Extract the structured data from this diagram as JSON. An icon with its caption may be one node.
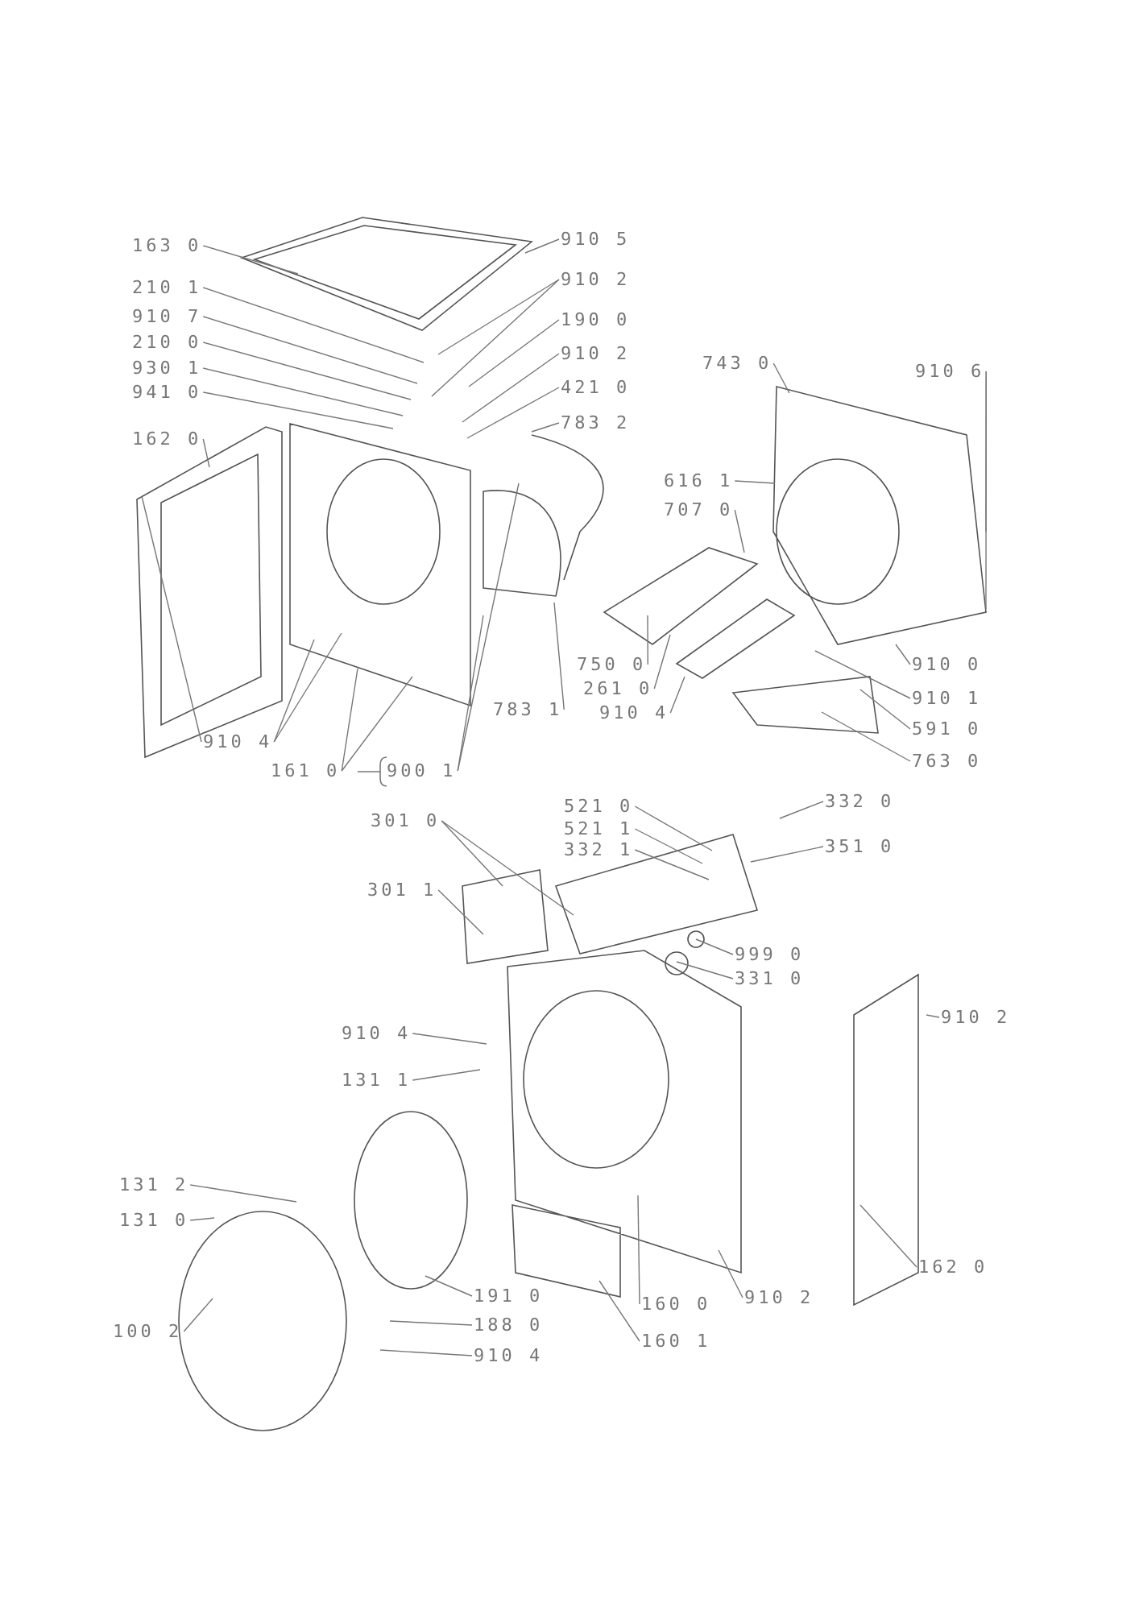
{
  "diagram": {
    "nodes": [
      {
        "text": [
          "163 0"
        ]
      },
      {
        "text": [
          "910 5"
        ]
      },
      {
        "text": [
          "910 2"
        ]
      },
      {
        "text": [
          "210 1"
        ]
      },
      {
        "text": [
          "910 7"
        ]
      },
      {
        "text": [
          "210 0"
        ]
      },
      {
        "text": [
          "930 1"
        ]
      },
      {
        "text": [
          "941 0"
        ]
      },
      {
        "text": [
          "190 0"
        ]
      },
      {
        "text": [
          "910 2"
        ]
      },
      {
        "text": [
          "421 0"
        ]
      },
      {
        "text": [
          "783 2"
        ]
      },
      {
        "text": [
          "162 0"
        ]
      },
      {
        "text": [
          "743 0"
        ]
      },
      {
        "text": [
          "910 6"
        ]
      },
      {
        "text": [
          "616 1"
        ]
      },
      {
        "text": [
          "707 0"
        ]
      },
      {
        "text": [
          "750 0"
        ]
      },
      {
        "text": [
          "261 0"
        ]
      },
      {
        "text": [
          "910 4"
        ]
      },
      {
        "text": [
          "783 1"
        ]
      },
      {
        "text": [
          "910 0"
        ]
      },
      {
        "text": [
          "910 1"
        ]
      },
      {
        "text": [
          "591 0"
        ]
      },
      {
        "text": [
          "763 0"
        ]
      },
      {
        "text": [
          "910 4"
        ]
      },
      {
        "text": [
          "161 0"
        ]
      },
      {
        "text": [
          "900 1"
        ]
      },
      {
        "text": [
          "521 0"
        ]
      },
      {
        "text": [
          "521 1"
        ]
      },
      {
        "text": [
          "332 1"
        ]
      },
      {
        "text": [
          "332 0"
        ]
      },
      {
        "text": [
          "351 0"
        ]
      },
      {
        "text": [
          "301 0"
        ]
      },
      {
        "text": [
          "301 1"
        ]
      },
      {
        "text": [
          "999 0"
        ]
      },
      {
        "text": [
          "331 0"
        ]
      },
      {
        "text": [
          "910 4"
        ]
      },
      {
        "text": [
          "131 1"
        ]
      },
      {
        "text": [
          "910 2"
        ]
      },
      {
        "text": [
          "131 2"
        ]
      },
      {
        "text": [
          "131 0"
        ]
      },
      {
        "text": [
          "191 0"
        ]
      },
      {
        "text": [
          "188 0"
        ]
      },
      {
        "text": [
          "910 4"
        ]
      },
      {
        "text": [
          "160 0"
        ]
      },
      {
        "text": [
          "162 0"
        ]
      },
      {
        "text": [
          "100 2"
        ]
      },
      {
        "text": [
          "160 1"
        ]
      },
      {
        "text": [
          "910 2"
        ]
      }
    ],
    "edges": [
      {
        "from": 0,
        "to": null,
        "arrow": "none"
      },
      {
        "from": 1,
        "to": null,
        "arrow": "none"
      },
      {
        "from": 2,
        "to": null,
        "arrow": "none"
      },
      {
        "from": 2,
        "to": null,
        "arrow": "none"
      },
      {
        "from": 3,
        "to": null,
        "arrow": "none"
      },
      {
        "from": 4,
        "to": null,
        "arrow": "none"
      },
      {
        "from": 5,
        "to": null,
        "arrow": "none"
      },
      {
        "from": 6,
        "to": null,
        "arrow": "none"
      },
      {
        "from": 7,
        "to": null,
        "arrow": "none"
      },
      {
        "from": 8,
        "to": null,
        "arrow": "none"
      },
      {
        "from": 9,
        "to": null,
        "arrow": "none"
      },
      {
        "from": 10,
        "to": null,
        "arrow": "none"
      },
      {
        "from": 11,
        "to": null,
        "arrow": "none"
      },
      {
        "from": 12,
        "to": null,
        "arrow": "none"
      },
      {
        "from": 13,
        "to": null,
        "arrow": "none"
      },
      {
        "from": 14,
        "to": null,
        "arrow": "none"
      },
      {
        "from": 14,
        "to": null,
        "arrow": "none"
      },
      {
        "from": 15,
        "to": null,
        "arrow": "none"
      },
      {
        "from": 16,
        "to": null,
        "arrow": "none"
      },
      {
        "from": 17,
        "to": null,
        "arrow": "none"
      },
      {
        "from": 18,
        "to": null,
        "arrow": "none"
      },
      {
        "from": 19,
        "to": null,
        "arrow": "none"
      },
      {
        "from": 20,
        "to": null,
        "arrow": "none"
      },
      {
        "from": 21,
        "to": null,
        "arrow": "none"
      },
      {
        "from": 22,
        "to": null,
        "arrow": "none"
      },
      {
        "from": 23,
        "to": null,
        "arrow": "none"
      },
      {
        "from": 24,
        "to": null,
        "arrow": "none"
      },
      {
        "from": 25,
        "to": null,
        "arrow": "none"
      },
      {
        "from": 25,
        "to": null,
        "arrow": "none"
      },
      {
        "from": 25,
        "to": null,
        "arrow": "none"
      },
      {
        "from": 26,
        "to": null,
        "arrow": "none"
      },
      {
        "from": 26,
        "to": null,
        "arrow": "none"
      },
      {
        "from": 27,
        "to": null,
        "arrow": "none"
      },
      {
        "from": 27,
        "to": null,
        "arrow": "none"
      },
      {
        "from": 28,
        "to": null,
        "arrow": "none"
      },
      {
        "from": 29,
        "to": null,
        "arrow": "none"
      },
      {
        "from": 30,
        "to": null,
        "arrow": "none"
      },
      {
        "from": 31,
        "to": null,
        "arrow": "none"
      },
      {
        "from": 32,
        "to": null,
        "arrow": "none"
      },
      {
        "from": 33,
        "to": null,
        "arrow": "none"
      },
      {
        "from": 33,
        "to": null,
        "arrow": "none"
      },
      {
        "from": 34,
        "to": null,
        "arrow": "none"
      },
      {
        "from": 35,
        "to": null,
        "arrow": "none"
      },
      {
        "from": 36,
        "to": null,
        "arrow": "none"
      },
      {
        "from": 37,
        "to": null,
        "arrow": "none"
      },
      {
        "from": 38,
        "to": null,
        "arrow": "none"
      },
      {
        "from": 39,
        "to": null,
        "arrow": "none"
      },
      {
        "from": 40,
        "to": null,
        "arrow": "none"
      },
      {
        "from": 41,
        "to": null,
        "arrow": "none"
      },
      {
        "from": 42,
        "to": null,
        "arrow": "none"
      },
      {
        "from": 43,
        "to": null,
        "arrow": "none"
      },
      {
        "from": 44,
        "to": null,
        "arrow": "none"
      },
      {
        "from": 45,
        "to": null,
        "arrow": "none"
      },
      {
        "from": 46,
        "to": null,
        "arrow": "none"
      },
      {
        "from": 47,
        "to": null,
        "arrow": "none"
      },
      {
        "from": 48,
        "to": null,
        "arrow": "none"
      },
      {
        "from": 49,
        "to": null,
        "arrow": "none"
      }
    ]
  }
}
